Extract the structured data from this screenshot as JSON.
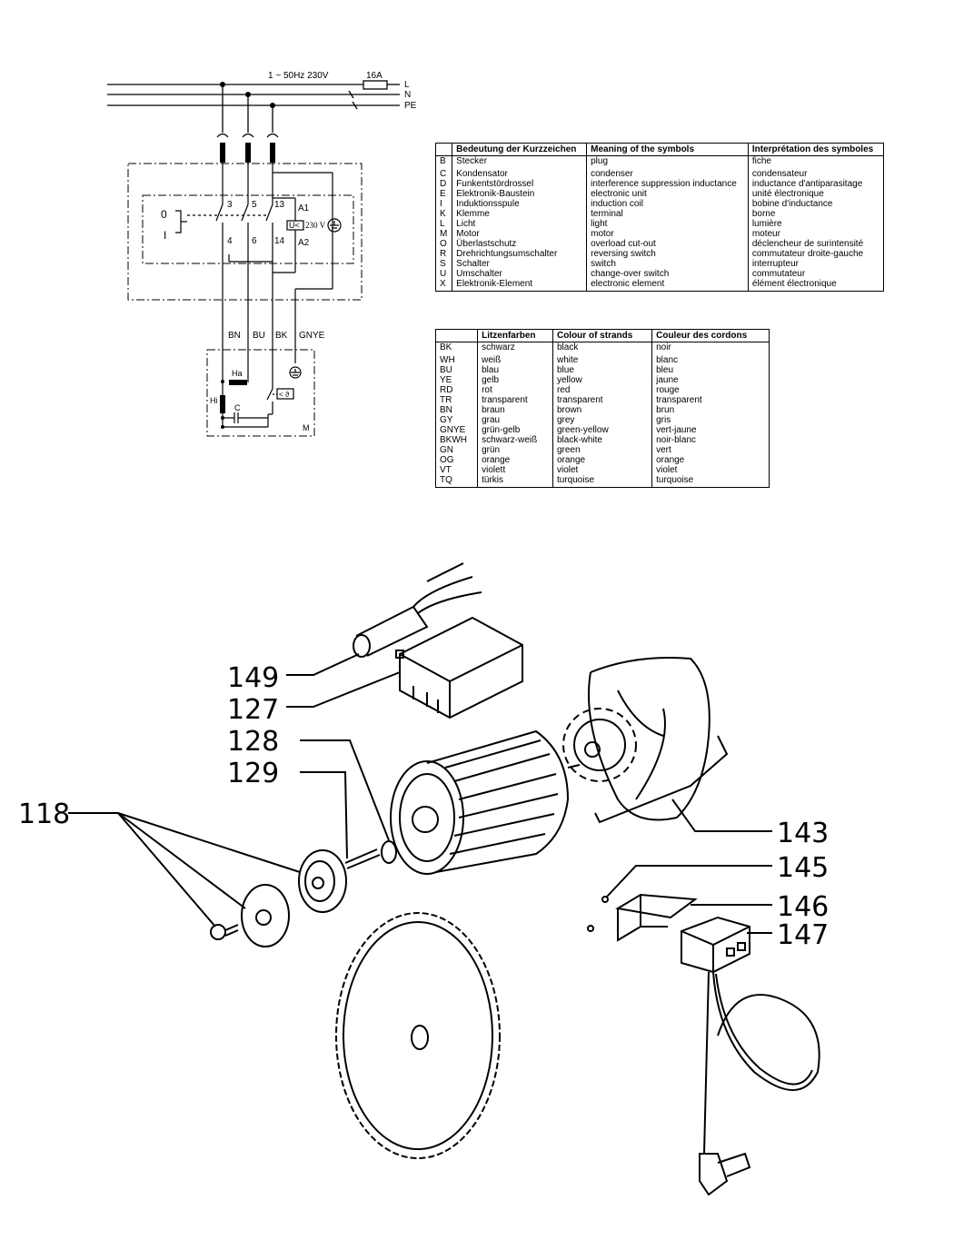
{
  "schematic": {
    "supply": "1 ~ 50Hz 230V",
    "fuse": "16A",
    "lines": [
      "L",
      "N",
      "PE"
    ],
    "terminals": [
      "3",
      "5",
      "13",
      "A1",
      "4",
      "6",
      "14",
      "A2"
    ],
    "switch_positions": [
      "0",
      "I"
    ],
    "relay": "U<",
    "relay_voltage": "230 V",
    "wires": [
      "BN",
      "BU",
      "BK",
      "GNYE"
    ],
    "motor_labels": [
      "Ha",
      "Hi",
      "C",
      "M"
    ],
    "thermal": "< ϑ"
  },
  "symbols_table": {
    "headers": [
      "",
      "Bedeutung der Kurzzeichen",
      "Meaning of the symbols",
      "Interprétation des symboles"
    ],
    "rows": [
      [
        "B",
        "Stecker",
        "plug",
        "fiche"
      ],
      [
        "C",
        "Kondensator",
        "condenser",
        "condensateur"
      ],
      [
        "D",
        "Funkentstördrossel",
        "interference suppression inductance",
        "inductance d'antiparasitage"
      ],
      [
        "E",
        "Elektronik-Baustein",
        "electronic unit",
        "unité électronique"
      ],
      [
        "I",
        "Induktionsspule",
        "induction coil",
        "bobine d'inductance"
      ],
      [
        "K",
        "Klemme",
        "terminal",
        "borne"
      ],
      [
        "L",
        "Licht",
        "light",
        "lumière"
      ],
      [
        "M",
        "Motor",
        "motor",
        "moteur"
      ],
      [
        "O",
        "Überlastschutz",
        "overload cut-out",
        "déclencheur de surintensité"
      ],
      [
        "R",
        "Drehrichtungsumschalter",
        "reversing switch",
        "commutateur droite-gauche"
      ],
      [
        "S",
        "Schalter",
        "switch",
        "interrupteur"
      ],
      [
        "U",
        "Umschalter",
        "change-over switch",
        "commutateur"
      ],
      [
        "X",
        "Elektronik-Element",
        "electronic element",
        "élément électronique"
      ]
    ]
  },
  "colours_table": {
    "headers": [
      "",
      "Litzenfarben",
      "Colour of strands",
      "Couleur des cordons"
    ],
    "rows": [
      [
        "BK",
        "schwarz",
        "black",
        "noir"
      ],
      [
        "WH",
        "weiß",
        "white",
        "blanc"
      ],
      [
        "BU",
        "blau",
        "blue",
        "bleu"
      ],
      [
        "YE",
        "gelb",
        "yellow",
        "jaune"
      ],
      [
        "RD",
        "rot",
        "red",
        "rouge"
      ],
      [
        "TR",
        "transparent",
        "transparent",
        "transparent"
      ],
      [
        "BN",
        "braun",
        "brown",
        "brun"
      ],
      [
        "GY",
        "grau",
        "grey",
        "gris"
      ],
      [
        "GNYE",
        "grün-gelb",
        "green-yellow",
        "vert-jaune"
      ],
      [
        "BKWH",
        "schwarz-weiß",
        "black-white",
        "noir-blanc"
      ],
      [
        "GN",
        "grün",
        "green",
        "vert"
      ],
      [
        "OG",
        "orange",
        "orange",
        "orange"
      ],
      [
        "VT",
        "violett",
        "violet",
        "violet"
      ],
      [
        "TQ",
        "türkis",
        "turquoise",
        "turquoise"
      ]
    ]
  },
  "parts": {
    "p149": "149",
    "p127": "127",
    "p128": "128",
    "p129": "129",
    "p118": "118",
    "p143": "143",
    "p145": "145",
    "p146": "146",
    "p147": "147"
  }
}
